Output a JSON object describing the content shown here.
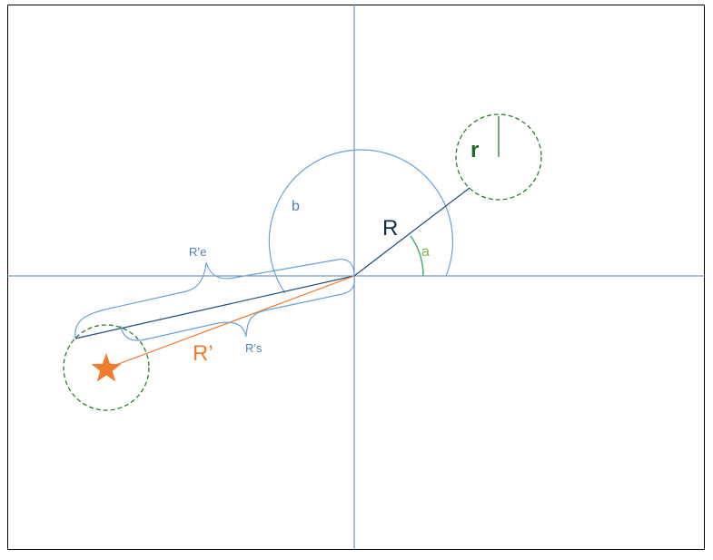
{
  "labels": {
    "r": "r",
    "R": "R",
    "R_prime": "R’",
    "a": "a",
    "b": "b",
    "R_e": "R’e",
    "R_s": "R’s"
  },
  "colors": {
    "frame": "#000000",
    "axis": "#4f81bd",
    "radius_R": "#1f497d",
    "radius_R_prime": "#f07c30",
    "circle_dashed": "#2e7d32",
    "r_label": "#1e6b1e",
    "angle_a": "#3cb371",
    "a_label": "#8db04a",
    "brace": "#6aa2d8",
    "R_label": "#0f2d4a",
    "star": "#f07c30"
  },
  "icons": {
    "star": "star-icon"
  }
}
